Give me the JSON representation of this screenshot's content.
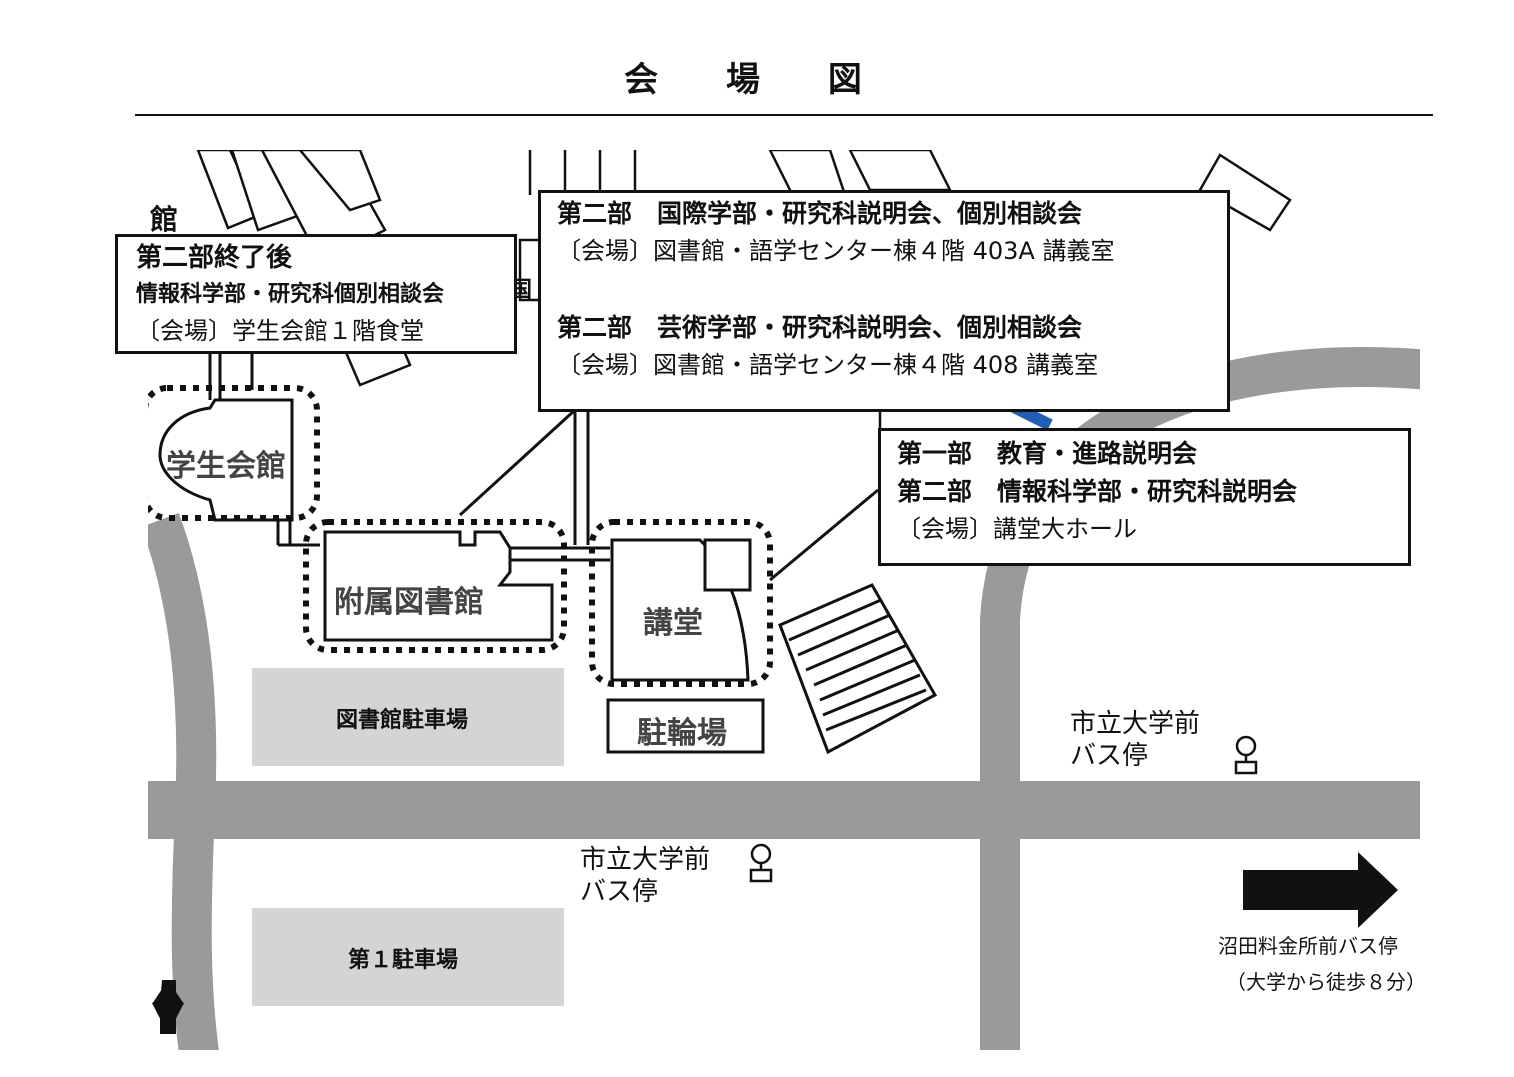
{
  "title": "会 場 図",
  "box_grad": {
    "line1": "第二部終了後",
    "line2": "情報科学部・研究科個別相談会",
    "line3": "〔会場〕学生会館１階食堂"
  },
  "box_second": {
    "line1": "第二部　国際学部・研究科説明会、個別相談会",
    "line2": "〔会場〕図書館・語学センター棟４階 403A 講義室",
    "line3": "第二部　芸術学部・研究科説明会、個別相談会",
    "line4": "〔会場〕図書館・語学センター棟４階 408 講義室"
  },
  "box_first": {
    "line1": "第一部　教育・進路説明会",
    "line2": "第二部　情報科学部・研究科説明会",
    "line3": "〔会場〕講堂大ホール"
  },
  "labels": {
    "student_hall": "学生会館",
    "library": "附属図書館",
    "auditorium": "講堂",
    "bicycle": "駐輪場",
    "library_parking": "図書館駐車場",
    "parking1": "第１駐車場",
    "partial_kan": "館",
    "partial_koku": "国"
  },
  "bus_stops": {
    "stop_north": "市立大学前\nバス停",
    "stop_south": "市立大学前\nバス停"
  },
  "direction": {
    "line1": "沼田料金所前バス停",
    "line2": "（大学から徒歩８分）"
  },
  "colors": {
    "road": "#9a9a9a",
    "parking": "#d4d4d4",
    "river": "#1e5fb8",
    "ink": "#111111"
  },
  "icons": [
    "bus-stop-icon",
    "right-arrow-icon",
    "up-arrow-icon"
  ]
}
